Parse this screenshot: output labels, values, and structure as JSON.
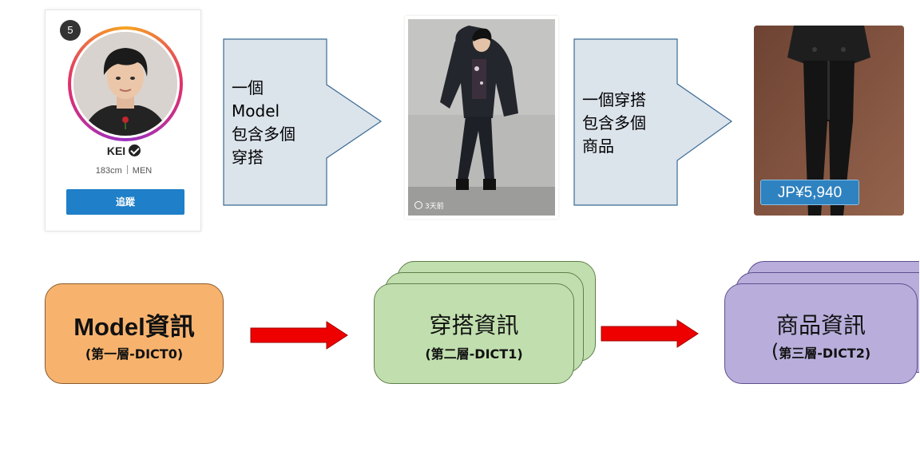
{
  "profile": {
    "rank": "5",
    "name": "KEI",
    "height": "183cm",
    "category": "MEN",
    "follow_label": "追蹤"
  },
  "arrow1": {
    "text": "一個\nModel\n包含多個\n穿搭"
  },
  "outfit": {
    "time_label": "3天前"
  },
  "arrow2": {
    "text": "一個穿搭\n包含多個\n商品"
  },
  "product": {
    "price": "JP¥5,940"
  },
  "flow": {
    "box0": {
      "title": "Model資訊",
      "sub": "(第一層-DICT0)"
    },
    "box1": {
      "title": "穿搭資訊",
      "sub": "(第二層-DICT1)"
    },
    "box2": {
      "title": "商品資訊",
      "sub_paren": "(",
      "sub": "第三層-DICT2)"
    }
  },
  "colors": {
    "box0_fill": "#f7b36e",
    "box1_fill": "#c1dfae",
    "box2_fill": "#b9aedb",
    "block_arrow_fill": "#dbe3eb",
    "red_arrow": "#ee0000",
    "follow_button": "#1f7fc8",
    "price_badge": "#2f82c0"
  }
}
